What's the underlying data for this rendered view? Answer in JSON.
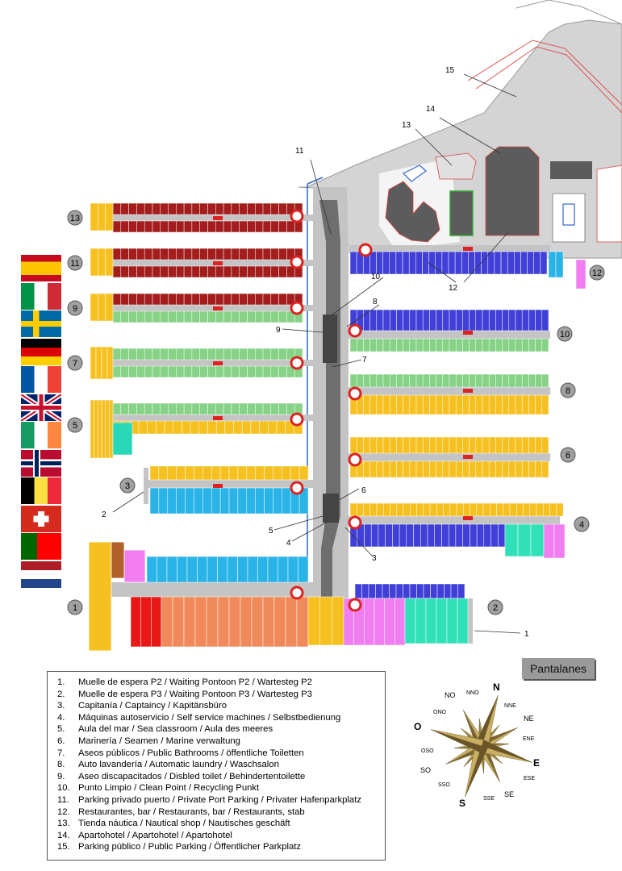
{
  "map_labels": {
    "parking_private": "11",
    "restaurants": "12",
    "restaurants_b": "12",
    "nautical_shop": "13",
    "apartohotel": "14",
    "parking_public": "15",
    "clean_point": "10",
    "disabled_toilet": "9",
    "laundry": "8",
    "bathrooms": "7",
    "seamen": "6",
    "sea_classroom": "5",
    "machines": "4",
    "captaincy": "3",
    "pontoon_p3": "2",
    "pontoon_p2": "1"
  },
  "pontoon_badges": {
    "b13": "13",
    "b11": "11",
    "b9": "9",
    "b7": "7",
    "b5": "5",
    "b3": "3",
    "b1": "1",
    "b2": "2",
    "b4": "4",
    "b6": "6",
    "b8": "8",
    "b10": "10",
    "b12": "12"
  },
  "colors": {
    "maroon": "#a31d1d",
    "green": "#86d286",
    "yellow": "#f5c020",
    "cyan": "#2ab3e6",
    "blue": "#4040d8",
    "orange": "#f08a5a",
    "red": "#e81818",
    "magenta": "#f07ef0",
    "teal": "#30e0b8",
    "road": "#c0c0c0",
    "building": "#5c5c5c",
    "land": "#d9d9d9"
  },
  "pantalanes": "Pantalanes",
  "legend": [
    {
      "n": "1.",
      "t": "Muelle de espera P2 / Waiting Pontoon P2 / Wartesteg P2"
    },
    {
      "n": "2.",
      "t": "Muelle de espera P3 / Waiting Pontoon P3 / Wartesteg P3"
    },
    {
      "n": "3.",
      "t": "Capitanía / Captaincy / Kapitänsbüro"
    },
    {
      "n": "4.",
      "t": "Máquinas autoservicio / Self service machines / Selbstbedienung"
    },
    {
      "n": "5.",
      "t": "Aula del mar / Sea classroom / Aula des meeres"
    },
    {
      "n": "6.",
      "t": "Marinería / Seamen / Marine verwaltung"
    },
    {
      "n": "7.",
      "t": "Aseos públicos / Public Bathrooms / öffentliche Toiletten"
    },
    {
      "n": "8.",
      "t": "Auto lavandería / Automatic laundry / Waschsalon"
    },
    {
      "n": "9.",
      "t": "Aseo discapacitados / Disbled toilet / Behindertentoilette"
    },
    {
      "n": "10.",
      "t": "Punto Limpio / Clean Point / Recycling Punkt"
    },
    {
      "n": "11.",
      "t": "Parking privado puerto / Private Port Parking / Privater Hafenparkplatz"
    },
    {
      "n": "12.",
      "t": "Restaurantes, bar / Restaurants, bar / Restaurants, stab"
    },
    {
      "n": "13.",
      "t": "Tienda náutica / Nautical shop / Nautisches geschäft"
    },
    {
      "n": "14.",
      "t": "Apartohotel / Apartohotel / Apartohotel"
    },
    {
      "n": "15.",
      "t": "Parking público / Public Parking / Öffentlicher Parkplatz"
    }
  ],
  "compass": {
    "N": "N",
    "NNE": "NNE",
    "NE": "NE",
    "ENE": "ENE",
    "E": "E",
    "ESE": "ESE",
    "SE": "SE",
    "SSE": "SSE",
    "S": "S",
    "SSO": "SSO",
    "SO": "SO",
    "OSO": "OSO",
    "O": "O",
    "ONO": "ONO",
    "NO": "NO",
    "NNO": "NNO"
  },
  "flags": [
    "spain-flag",
    "italy-flag",
    "sweden-flag",
    "germany-flag",
    "france-flag",
    "uk-flag",
    "ireland-flag",
    "norway-flag",
    "belgium-flag",
    "switzerland-flag",
    "portugal-flag",
    "netherlands-flag"
  ]
}
